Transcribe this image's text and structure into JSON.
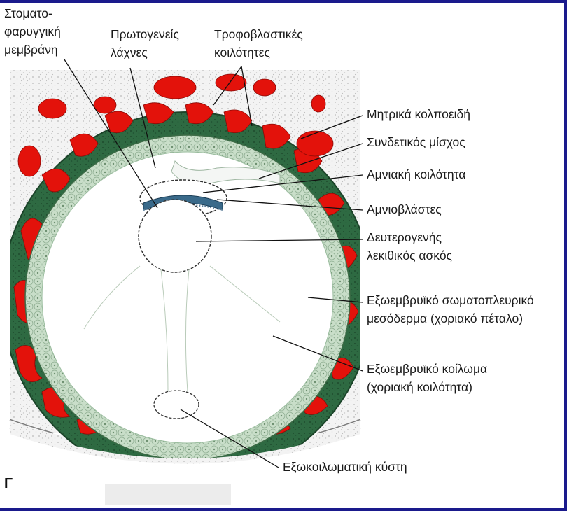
{
  "figure": {
    "panel_label": "Γ",
    "labels": {
      "stomatopharyngeal_1": "Στοματο-",
      "stomatopharyngeal_2": "φαρυγγική",
      "stomatopharyngeal_3": "μεμβράνη",
      "primary_villi_1": "Πρωτογενείς",
      "primary_villi_2": "λάχνες",
      "trophoblast_lacunae_1": "Τροφοβλαστικές",
      "trophoblast_lacunae_2": "κοιλότητες",
      "maternal_sinusoids": "Μητρικά κολποειδή",
      "connecting_stalk": "Συνδετικός μίσχος",
      "amniotic_cavity": "Αμνιακή κοιλότητα",
      "amnioblasts": "Αμνιοβλάστες",
      "secondary_yolk_sac_1": "Δευτερογενής",
      "secondary_yolk_sac_2": "λεκιθικός ασκός",
      "somatopleuric_mesoderm_1": "Εξωεμβρυϊκό σωματοπλευρικό",
      "somatopleuric_mesoderm_2": "μεσόδερμα (χοριακό πέταλο)",
      "extraembryonic_coelom_1": "Εξωεμβρυϊκό κοίλωμα",
      "extraembryonic_coelom_2": "(χοριακή κοιλότητα)",
      "exocoelomic_cyst": "Εξωκοιλωματική κύστη"
    },
    "colors": {
      "frame": "#1a1a8c",
      "endometrium": "#f1f1f1",
      "trophoblast": "#2f6b43",
      "mesoderm": "#c6dcc6",
      "blood": "#e3120b",
      "cavity": "#ffffff",
      "amnioblasts": "#3a6a8a"
    },
    "icons": [
      "embryo-section-drawing"
    ]
  }
}
